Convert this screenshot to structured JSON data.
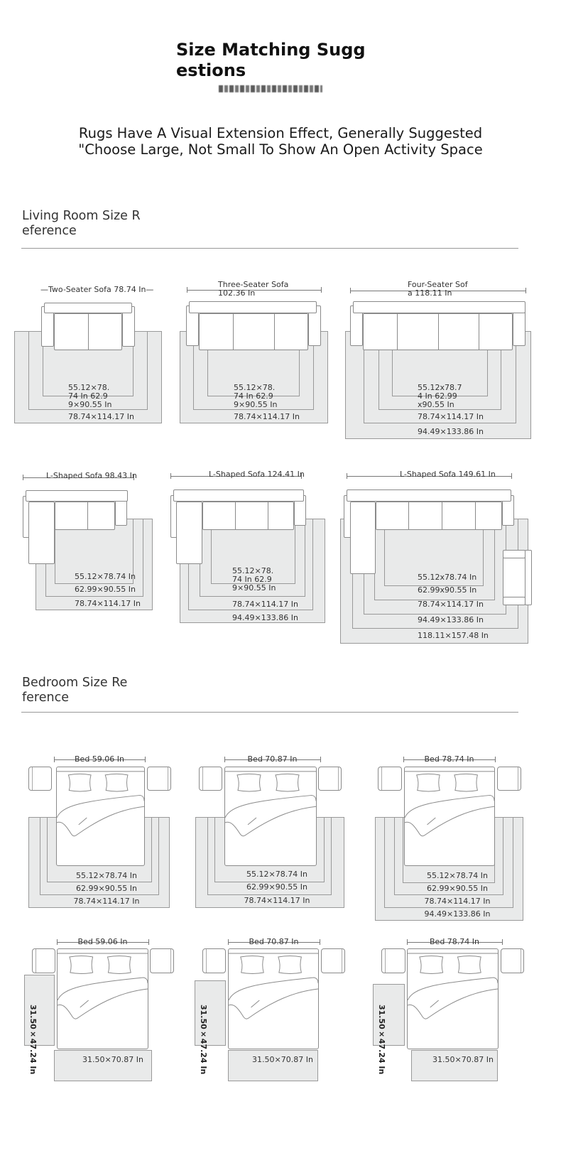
{
  "header": {
    "title": "Size Matching Suggestions",
    "title_lines": [
      "Size Matching Sugg",
      "estions"
    ],
    "subtitle_lines": [
      "Rugs Have A Visual Extension Effect, Generally Suggested",
      "\"Choose Large, Not Small To Show An Open Activity Space"
    ]
  },
  "living": {
    "heading_lines": [
      "Living Room Size R",
      "eference"
    ],
    "panels": [
      {
        "title": [
          "—Two-Seater Sofa 78.74 In—"
        ],
        "rugs": [
          [
            "55.12×78.",
            "74 In 62.9",
            "9×90.55 In"
          ],
          [
            "78.74×114.17 In"
          ]
        ]
      },
      {
        "title": [
          "Three-Seater Sofa",
          "102.36 In"
        ],
        "rugs": [
          [
            "55.12×78.",
            "74 In 62.9",
            "9×90.55 In"
          ],
          [
            "78.74×114.17 In"
          ]
        ]
      },
      {
        "title": [
          "Four-Seater Sof",
          "a 118.11 In"
        ],
        "rugs": [
          [
            "55.12x78.7",
            "4 In 62.99",
            "x90.55 In"
          ],
          [
            "78.74×114.17 In"
          ],
          [
            "94.49×133.86 In"
          ]
        ]
      },
      {
        "title": [
          "L-Shaped Sofa 98.43 In"
        ],
        "rugs": [
          [
            "55.12×78.74 In"
          ],
          [
            "62.99×90.55 In"
          ],
          [
            "78.74×114.17 In"
          ]
        ]
      },
      {
        "title": [
          "L-Shaped Sofa 124.41 In"
        ],
        "rugs": [
          [
            "55.12×78.",
            "74 In 62.9",
            "9×90.55 In"
          ],
          [
            "78.74×114.17 In"
          ],
          [
            "94.49×133.86 In"
          ]
        ]
      },
      {
        "title": [
          "L-Shaped Sofa 149.61 In"
        ],
        "rugs": [
          [
            "55.12x78.74 In"
          ],
          [
            "62.99x90.55 In"
          ],
          [
            "78.74×114.17 In"
          ],
          [
            "94.49×133.86 In"
          ],
          [
            "118.11×157.48 In"
          ]
        ]
      }
    ]
  },
  "bedroom": {
    "heading_lines": [
      "Bedroom Size Re",
      "ference"
    ],
    "panels": [
      {
        "title": "Bed 59.06 In",
        "rugs": [
          "55.12×78.74 In",
          "62.99×90.55 In",
          "78.74×114.17 In"
        ]
      },
      {
        "title": "Bed 70.87 In",
        "rugs": [
          "55.12×78.74 In",
          "62.99×90.55 In",
          "78.74×114.17 In"
        ]
      },
      {
        "title": "Bed 78.74 In",
        "rugs": [
          "55.12×78.74 In",
          "62.99×90.55 In",
          "78.74×114.17 In",
          "94.49×133.86 In"
        ]
      },
      {
        "title": "Bed 59.06 In",
        "side_rug": "31.50×47.24 In",
        "foot_rug": "31.50×70.87 In"
      },
      {
        "title": "Bed 70.87 In",
        "side_rug": "31.50×47.24 In",
        "foot_rug": "31.50×70.87 In"
      },
      {
        "title": "Bed 78.74 In",
        "side_rug": "31.50×47.24 In",
        "foot_rug": "31.50×70.87 In"
      }
    ]
  },
  "colors": {
    "rug_fill": "#e9eaea",
    "line": "#999999"
  }
}
